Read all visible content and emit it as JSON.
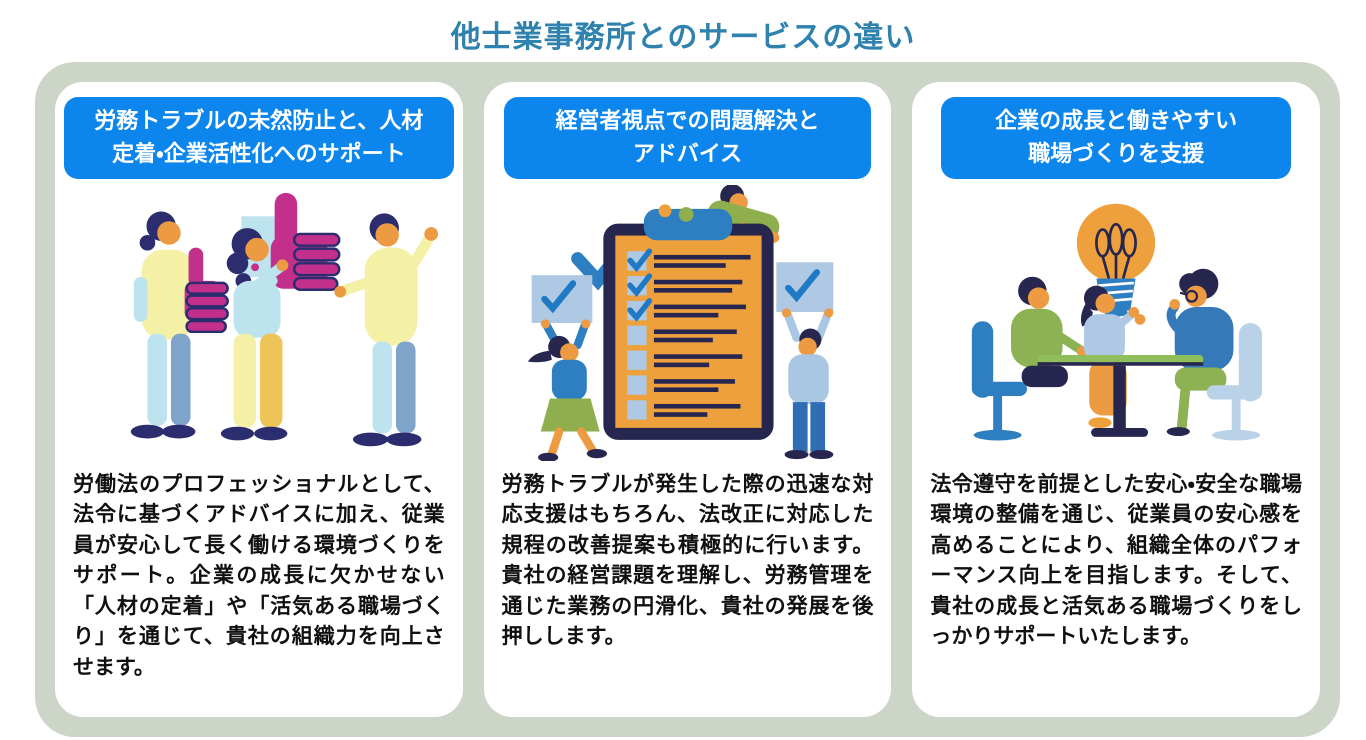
{
  "page": {
    "title": "他士業事務所とのサービスの違い"
  },
  "colors": {
    "title_color": "#2e82ad",
    "header_bg": "#0c86ec",
    "container_bg": "#ccd5c8",
    "card_bg": "#ffffff",
    "body_text": "#101010",
    "accent_magenta": "#c2308c",
    "accent_orange": "#eda03b",
    "accent_navy": "#2b2d6e",
    "accent_blue": "#2e7fc1",
    "accent_green": "#8fae4e"
  },
  "cards": [
    {
      "header_line1": "労務トラブルの未然防止と、人材",
      "header_line2": "定着・企業活性化へのサポート",
      "illustration": "thumbs-up-team-illustration",
      "body": "労働法のプロフェッショナルとして、法令に基づくアドバイスに加え、従業員が安心して長く働ける環境づくりをサポート。企業の成長に欠かせない「人材の定着」や「活気ある職場づくり」を通じて、貴社の組織力を向上させます。"
    },
    {
      "header_line1": "経営者視点での問題解決と",
      "header_line2": "アドバイス",
      "illustration": "checklist-review-illustration",
      "body": "労務トラブルが発生した際の迅速な対応支援はもちろん、法改正に対応した規程の改善提案も積極的に行います。貴社の経営課題を理解し、労務管理を通じた業務の円滑化、貴社の発展を後押しします。"
    },
    {
      "header_line1": "企業の成長と働きやすい",
      "header_line2": "職場づくりを支援",
      "illustration": "meeting-idea-illustration",
      "body": "法令遵守を前提とした安心・安全な職場環境の整備を通じ、従業員の安心感を高めることにより、組織全体のパフォーマンス向上を目指します。そして、貴社の成長と活気ある職場づくりをしっかりサポートいたします。"
    }
  ]
}
